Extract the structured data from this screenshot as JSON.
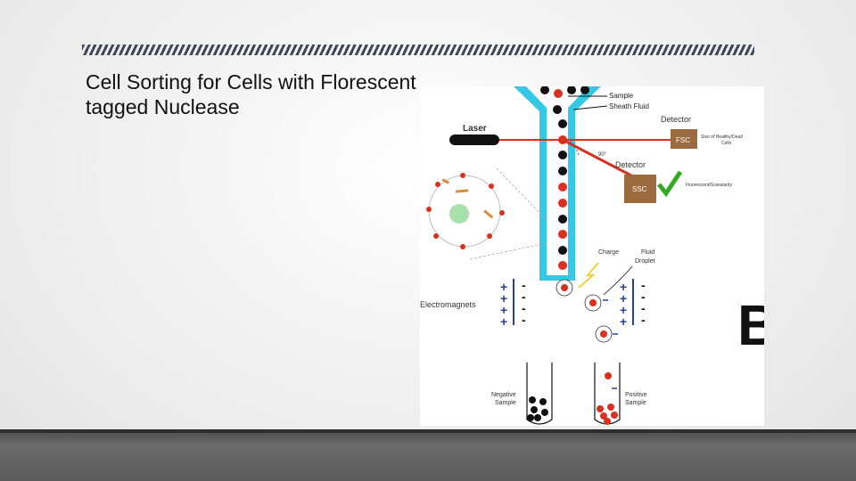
{
  "slide": {
    "title": "Cell Sorting for Cells with Florescent tagged Nuclease"
  },
  "diagram": {
    "labels": {
      "sample": "Sample",
      "sheath_fluid": "Sheath Fluid",
      "laser": "Laser",
      "detector_fsc": "Detector",
      "fsc": "FSC",
      "fsc_desc_1": "Size of Healthy/Dead",
      "fsc_desc_2": "Cells",
      "angle": "90°",
      "detector_ssc": "Detector",
      "ssc": "SSC",
      "ssc_desc": "Fluorescent/Granularity",
      "charge": "Charge",
      "fluid_droplet_1": "Fluid",
      "fluid_droplet_2": "Droplet",
      "electromagnets": "Electromagnets",
      "negative_sample_1": "Negative",
      "negative_sample_2": "Sample",
      "positive_sample_1": "Positive",
      "positive_sample_2": "Sample",
      "panel_letter": "B"
    },
    "colors": {
      "cyan": "#35c8e6",
      "red_cell": "#d9301f",
      "black_cell": "#111111",
      "detector_box": "#9b6a3d",
      "laser_beam": "#d9301f",
      "check": "#33aa22",
      "plus_blue": "#2a3f95"
    }
  }
}
